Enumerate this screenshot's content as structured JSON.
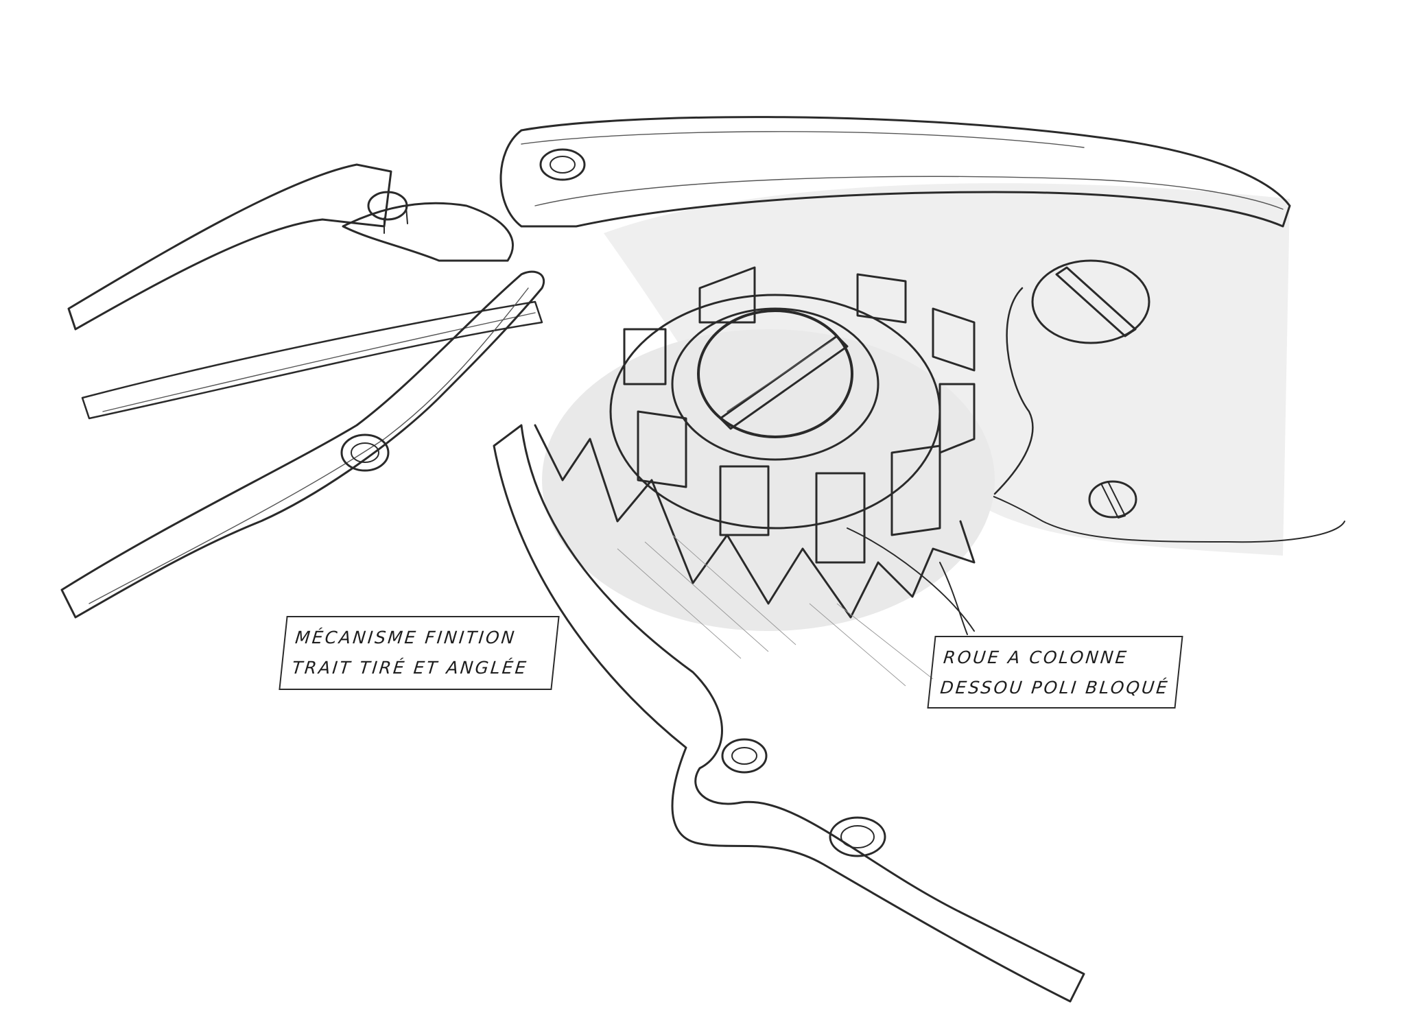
{
  "drawing": {
    "annotations": [
      {
        "lines": [
          "MÉCANISME FINITION",
          "TRAIT TIRÉ ET ANGLÉE"
        ]
      },
      {
        "lines": [
          "ROUE A COLONNE",
          "DESSOU POLI BLOQUÉ"
        ]
      }
    ]
  },
  "style": {
    "ink": "#2a2a2a",
    "shade_light": "#e9e9e9",
    "shade_mid": "#d2d2d2",
    "shade_dark": "#b8b8b8",
    "paper": "#ffffff"
  }
}
